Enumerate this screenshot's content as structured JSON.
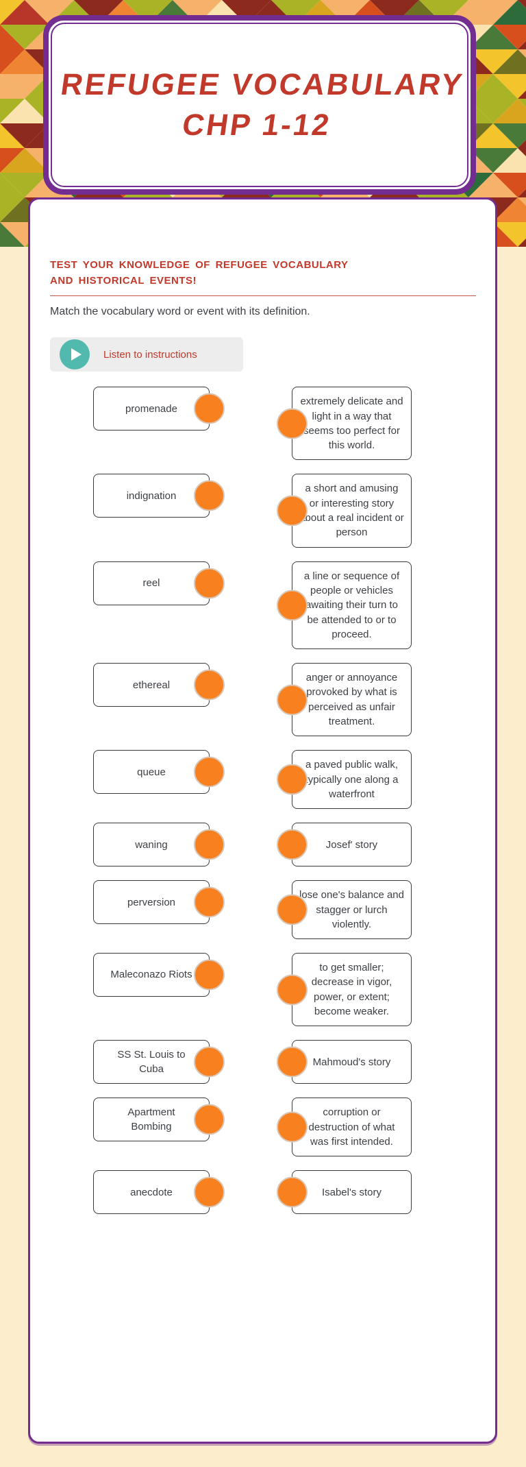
{
  "page": {
    "background": "#fcedcc",
    "pattern_palette": [
      "#b8352a",
      "#d84f1e",
      "#ef8432",
      "#f6b26b",
      "#fbe3b0",
      "#f4c42c",
      "#d9a41e",
      "#a9b325",
      "#6f7020",
      "#4a7a3a",
      "#2e6b3a",
      "#8c2a1e"
    ]
  },
  "header_card": {
    "title_line1": "REFUGEE VOCABULARY",
    "title_line2": "CHP 1-12",
    "title_color": "#c0392b",
    "border_color": "#732c8f"
  },
  "worksheet": {
    "heading": "TEST YOUR KNOWLEDGE OF REFUGEE VOCABULARY AND HISTORICAL EVENTS!",
    "instruction": "Match the vocabulary word or event with its definition.",
    "listen_button": {
      "label": "Listen to instructions",
      "icon": "play-icon",
      "icon_color": "#52b9ae"
    },
    "colors": {
      "accent_red": "#c0392b",
      "connector_orange": "#f8801f",
      "box_border": "#3a3a3a"
    },
    "match": {
      "pairs": [
        {
          "word": "promenade",
          "definition": "extremely delicate and light in a way that seems too perfect for this world."
        },
        {
          "word": "indignation",
          "definition": "a short and amusing or interesting story about a real incident or person"
        },
        {
          "word": "reel",
          "definition": "a line or sequence of people or vehicles awaiting their turn to be attended to or to proceed."
        },
        {
          "word": "ethereal",
          "definition": "anger or annoyance provoked by what is perceived as unfair treatment."
        },
        {
          "word": "queue",
          "definition": "a paved public walk, typically one along a waterfront"
        },
        {
          "word": "waning",
          "definition": "Josef' story"
        },
        {
          "word": "perversion",
          "definition": "lose one's balance and stagger or lurch violently."
        },
        {
          "word": "Maleconazo Riots",
          "definition": "to get smaller; decrease in vigor, power, or extent; become weaker."
        },
        {
          "word": "SS St. Louis to Cuba",
          "definition": "Mahmoud's story"
        },
        {
          "word": "Apartment Bombing",
          "definition": "corruption or destruction of what was first intended."
        },
        {
          "word": "anecdote",
          "definition": "Isabel's story"
        }
      ]
    }
  }
}
